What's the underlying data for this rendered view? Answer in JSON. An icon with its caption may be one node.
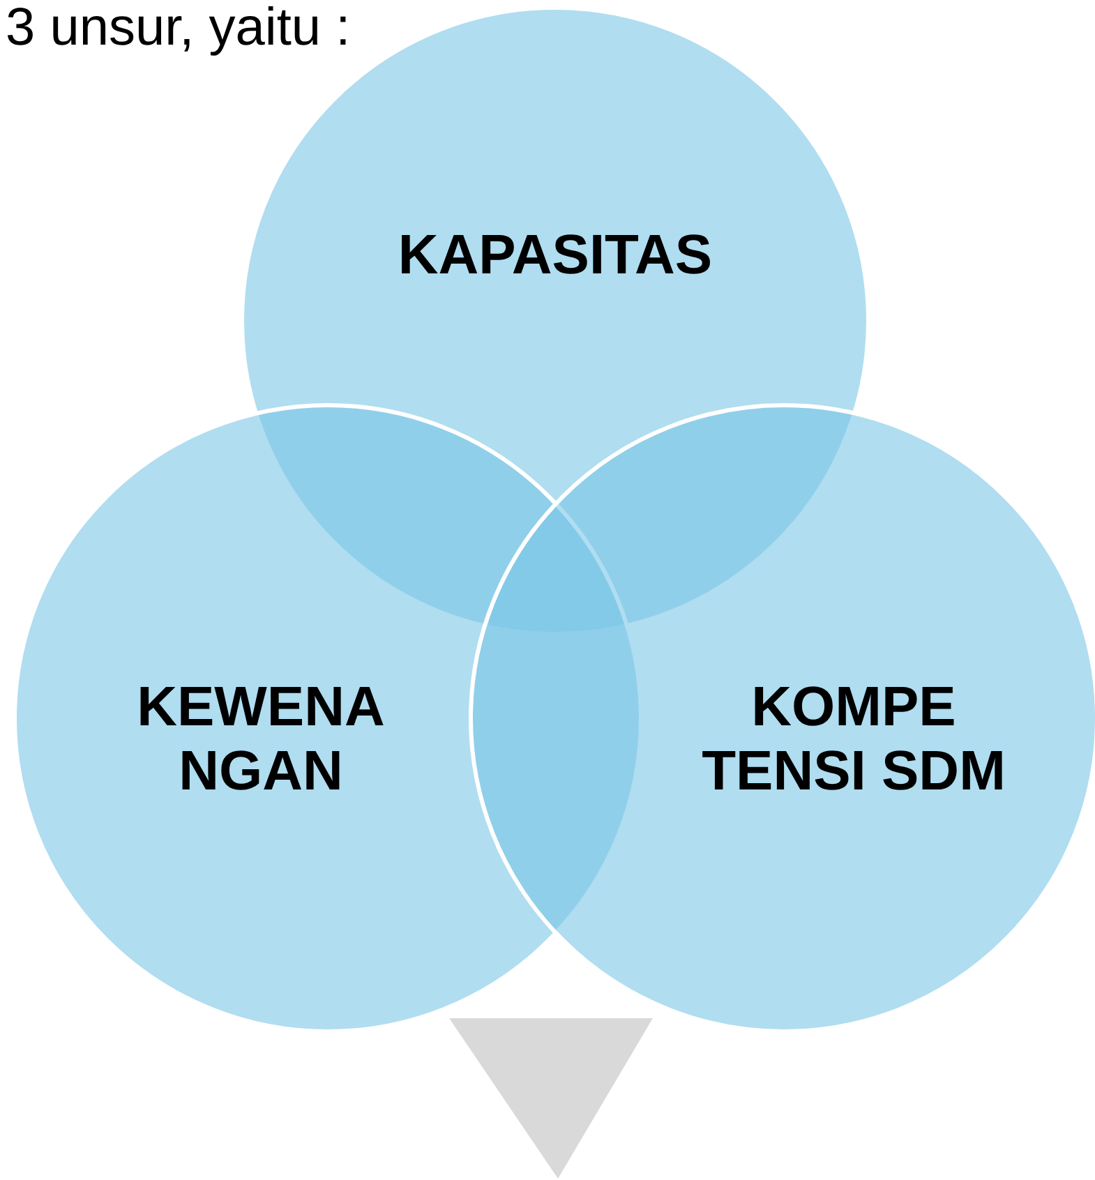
{
  "diagram": {
    "nodes": [
      {
        "text": [
          "KAPASITAS"
        ]
      },
      {
        "text": [
          "KEWENA NGAN"
        ]
      },
      {
        "text": [
          "KOMPE TENSI SDM"
        ]
      },
      {
        "text": [],
        "shape": "triangle"
      }
    ],
    "labels": [
      "3 unsur, yaitu :"
    ]
  }
}
